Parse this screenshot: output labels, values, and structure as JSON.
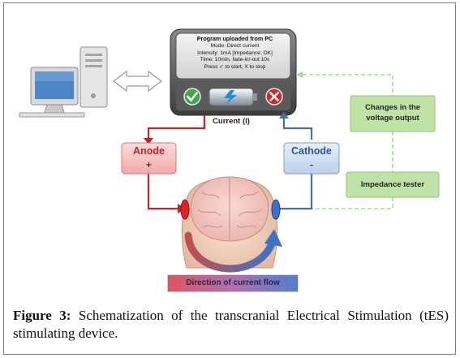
{
  "device": {
    "screen_lines": [
      "Program uploaded  from PC",
      "Mode: Direct current",
      "Intensity: 1mA  [Impedance: OK]",
      "Time: 10min, fade-in/-out 10s",
      "Press ✓ to start, X to stop"
    ],
    "current_label": "Current (I)",
    "start_icon": "check-icon",
    "stop_icon": "close-icon",
    "battery_icon": "battery-icon"
  },
  "anode": {
    "label": "Anode",
    "sign": "+"
  },
  "cathode": {
    "label": "Cathode",
    "sign": "-"
  },
  "side_boxes": {
    "voltage": {
      "line1": "Changes in the",
      "line2": "voltage output"
    },
    "impedance": "Impedance tester"
  },
  "flow_label": "Direction of current flow",
  "caption": {
    "bold": "Figure 3:",
    "text": " Schematization of the transcranial Electrical Stimulation (tES) stimulating device."
  },
  "colors": {
    "red": "#c8232a",
    "blue": "#4a6fa5",
    "green_dashed": "#a9dd9a",
    "green_box": "#bfe3a6"
  }
}
